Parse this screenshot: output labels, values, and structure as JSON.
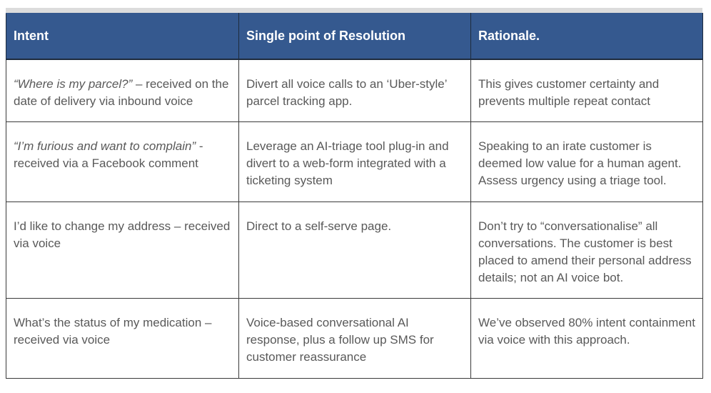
{
  "table": {
    "headers": [
      "Intent",
      "Single point of Resolution",
      "Rationale."
    ],
    "rows": [
      {
        "intent_italic": "“Where is my parcel?”",
        "intent_rest": " – received on the date of delivery via inbound voice",
        "resolution": "Divert all voice calls to an ‘Uber-style’ parcel tracking app.",
        "rationale": "This gives customer certainty and prevents multiple repeat contact"
      },
      {
        "intent_italic": "“I’m furious and want to complain”",
        "intent_rest": " - received via a Facebook comment",
        "resolution": "Leverage an AI-triage tool plug-in and divert to a web-form integrated with a ticketing system",
        "rationale": "Speaking to an irate customer is deemed low value for a human agent. Assess urgency using a triage tool."
      },
      {
        "intent_italic": "",
        "intent_rest": "I’d like to change my address – received via voice",
        "resolution": "Direct to a self-serve page.",
        "rationale": "Don’t try to “conversationalise” all conversations.  The customer is best placed to amend their personal address details; not an AI voice bot."
      },
      {
        "intent_italic": "",
        "intent_rest": "What’s the status of my medication – received via voice",
        "resolution": "Voice-based conversational AI response, plus a follow up SMS for customer reassurance",
        "rationale": "We’ve observed 80% intent containment via voice with this approach."
      }
    ]
  },
  "colors": {
    "header_bg": "#35598f",
    "header_text": "#ffffff",
    "body_text": "#595959",
    "border": "#3a3a3a",
    "top_band": "#dcdcdc"
  }
}
